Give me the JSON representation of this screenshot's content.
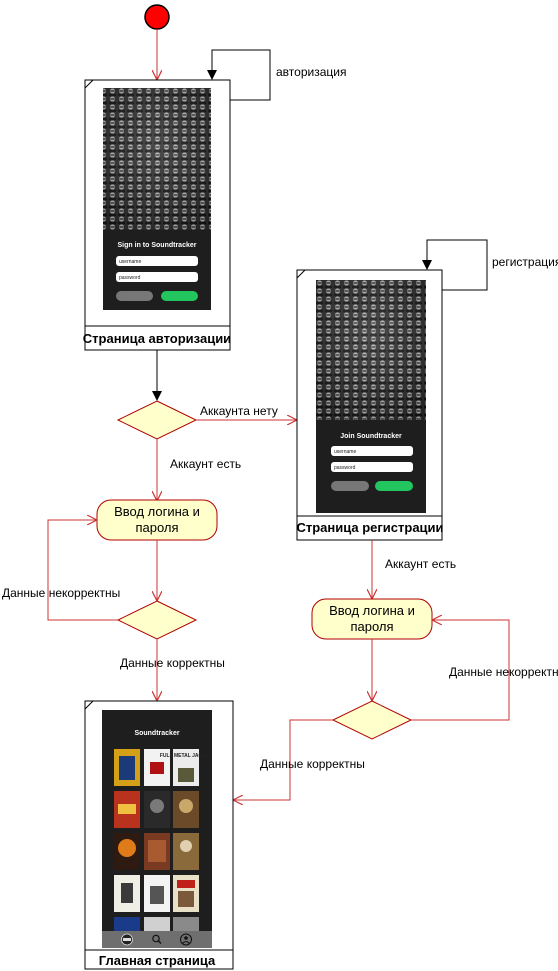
{
  "edges": {
    "authorization_loop": "авторизация",
    "registration_loop": "регистрация",
    "no_account": "Аккаунта нету",
    "has_account_1": "Аккаунт есть",
    "has_account_2": "Аккаунт есть",
    "invalid_1": "Данные некорректны",
    "valid_1": "Данные корректны",
    "invalid_2": "Данные некорректны",
    "valid_2": "Данные корректны"
  },
  "activities": {
    "login_input_1_line1": "Ввод логина и",
    "login_input_1_line2": "пароля",
    "login_input_2_line1": "Ввод логина и",
    "login_input_2_line2": "пароля"
  },
  "screens": {
    "auth": {
      "caption": "Страница авторизации",
      "title": "Sign in to Soundtracker",
      "username_placeholder": "username",
      "password_placeholder": "password"
    },
    "register": {
      "caption": "Страница регистрации",
      "title": "Join Soundtracker",
      "username_placeholder": "username",
      "password_placeholder": "password"
    },
    "main": {
      "caption": "Главная страница",
      "app_title": "Soundtracker",
      "poster_labels": [
        "FULL METAL JACKET"
      ]
    }
  },
  "colors": {
    "flow_line": "#cc3333",
    "activity_fill": "#ffffcc",
    "activity_stroke": "#b20000",
    "decision_fill": "#ffffcc",
    "initial_node": "#ff0000",
    "phone_bg": "#1e1e1e",
    "primary_button": "#22c55e",
    "secondary_button": "#777777"
  }
}
